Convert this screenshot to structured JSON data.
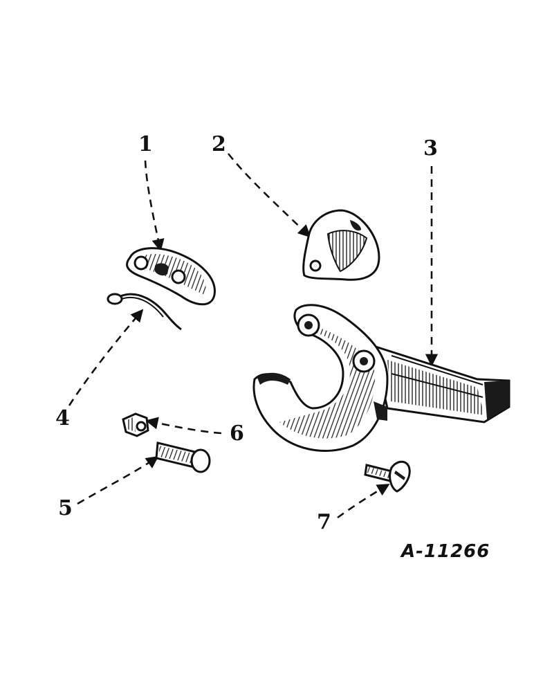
{
  "callouts": {
    "c1": "1",
    "c2": "2",
    "c3": "3",
    "c4": "4",
    "c5": "5",
    "c6": "6",
    "c7": "7"
  },
  "figure_id": "A-11266",
  "colors": {
    "ink": "#111111",
    "paper": "#ffffff"
  }
}
